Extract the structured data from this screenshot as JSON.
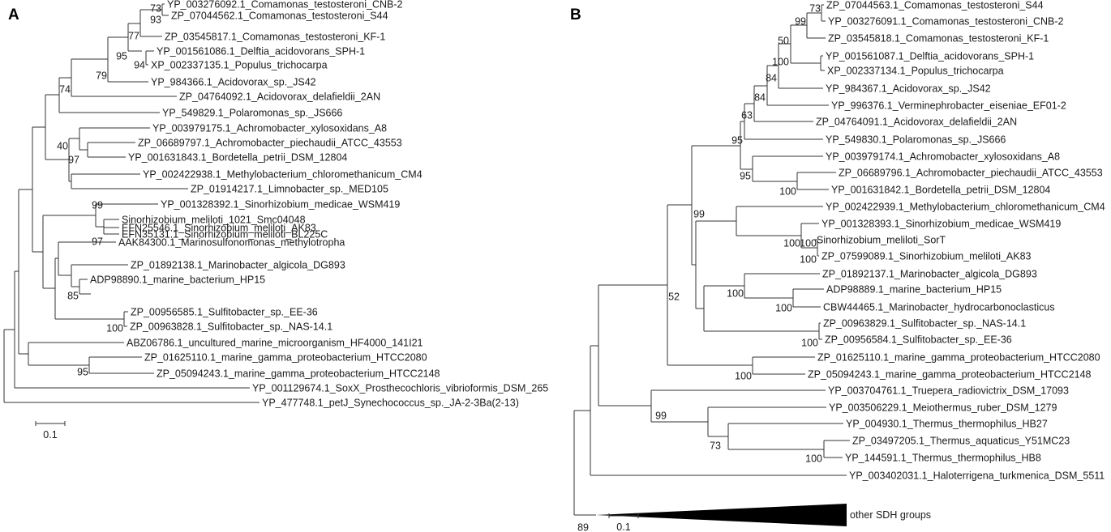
{
  "panels": [
    {
      "letter": "A",
      "scale_label": "0.1",
      "leaves": [
        "YP_003276092.1_Comamonas_testosteroni_CNB-2",
        "ZP_07044562.1_Comamonas_testosteroni_S44",
        "ZP_03545817.1_Comamonas_testosteroni_KF-1",
        "YP_001561086.1_Delftia_acidovorans_SPH-1",
        "XP_002337135.1_Populus_trichocarpa",
        "YP_984366.1_Acidovorax_sp._JS42",
        "ZP_04764092.1_Acidovorax_delafieldii_2AN",
        "YP_549829.1_Polaromonas_sp._JS666",
        "YP_003979175.1_Achromobacter_xylosoxidans_A8",
        "ZP_06689797.1_Achromobacter_piechaudii_ATCC_43553",
        "YP_001631843.1_Bordetella_petrii_DSM_12804",
        "YP_002422938.1_Methylobacterium_chloromethanicum_CM4",
        "ZP_01914217.1_Limnobacter_sp._MED105",
        "YP_001328392.1_Sinorhizobium_medicae_WSM419",
        "Sinorhizobium_meliloti_1021_Smc04048",
        "EFN25546.1_Sinorhizobium_meliloti_AK83",
        "EFN35131.1_Sinorhizobium_meliloti_BL225C",
        "AAK84300.1_Marinosulfonomonas_methylotropha",
        "ZP_01892138.1_Marinobacter_algicola_DG893",
        "ADP98890.1_marine_bacterium_HP15",
        "ZP_00956585.1_Sulfitobacter_sp._EE-36",
        "ZP_00963828.1_Sulfitobacter_sp._NAS-14.1",
        "ABZ06786.1_uncultured_marine_microorganism_HF4000_141I21",
        "ZP_01625110.1_marine_gamma_proteobacterium_HTCC2080",
        "ZP_05094243.1_marine_gamma_proteobacterium_HTCC2148",
        "YP_001129674.1_SoxX_Prosthecochloris_vibrioformis_DSM_265",
        "YP_477748.1_petJ_Synechococcus_sp._JA-2-3Ba(2-13)"
      ],
      "bootstrap": [
        "73",
        "93",
        "77",
        "95",
        "94",
        "79",
        "74",
        "40",
        "97",
        "99",
        "97",
        "85",
        "100",
        "95"
      ]
    },
    {
      "letter": "B",
      "scale_label": "0.1",
      "collapsed_label": "other SDH groups",
      "leaves": [
        "ZP_07044563.1_Comamonas_testosteroni_S44",
        "YP_003276091.1_Comamonas_testosteroni_CNB-2",
        "ZP_03545818.1_Comamonas_testosteroni_KF-1",
        "YP_001561087.1_Delftia_acidovorans_SPH-1",
        "XP_002337134.1_Populus_trichocarpa",
        "YP_984367.1_Acidovorax_sp._JS42",
        "YP_996376.1_Verminephrobacter_eiseniae_EF01-2",
        "ZP_04764091.1_Acidovorax_delafieldii_2AN",
        "YP_549830.1_Polaromonas_sp._JS666",
        "YP_003979174.1_Achromobacter_xylosoxidans_A8",
        "ZP_06689796.1_Achromobacter_piechaudii_ATCC_43553",
        "YP_001631842.1_Bordetella_petrii_DSM_12804",
        "YP_002422939.1_Methylobacterium_chloromethanicum_CM4",
        "YP_001328393.1_Sinorhizobium_medicae_WSM419",
        "Sinorhizobium_meliloti_SorT",
        "ZP_07599089.1_Sinorhizobium_meliloti_AK83",
        "ZP_01892137.1_Marinobacter_algicola_DG893",
        "ADP98889.1_marine_bacterium_HP15",
        "CBW44465.1_Marinobacter_hydrocarbonoclasticus",
        "ZP_00963829.1_Sulfitobacter_sp._NAS-14.1",
        "ZP_00956584.1_Sulfitobacter_sp._EE-36",
        "ZP_01625110.1_marine_gamma_proteobacterium_HTCC2080",
        "ZP_05094243.1_marine_gamma_proteobacterium_HTCC2148",
        "YP_003704761.1_Truepera_radiovictrix_DSM_17093",
        "YP_003506229.1_Meiothermus_ruber_DSM_1279",
        "YP_004930.1_Thermus_thermophilus_HB27",
        "ZP_03497205.1_Thermus_aquaticus_Y51MC23",
        "YP_144591.1_Thermus_thermophilus_HB8",
        "YP_003402031.1_Haloterrigena_turkmenica_DSM_5511"
      ],
      "bootstrap": [
        "73",
        "99",
        "50",
        "100",
        "84",
        "84",
        "63",
        "95",
        "95",
        "100",
        "99",
        "100",
        "100",
        "100",
        "100",
        "100",
        "52",
        "100",
        "100",
        "99",
        "73",
        "100",
        "89"
      ]
    }
  ]
}
